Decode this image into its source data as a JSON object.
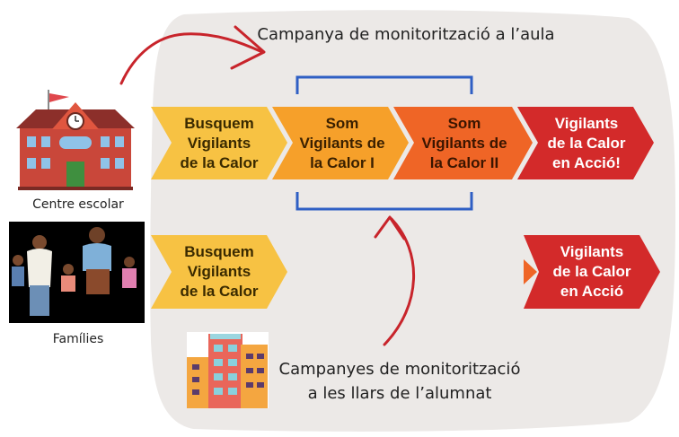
{
  "sources": {
    "school": "Centre escolar",
    "families": "Famílies"
  },
  "campaigns": {
    "classroom": "Campanya de monitorització a l’aula",
    "homes_line1": "Campanyes de monitorització",
    "homes_line2": "a les llars de l’alumnat"
  },
  "school_track": [
    {
      "line1": "Busquem",
      "line2": "Vigilants",
      "line3": "de la Calor",
      "color": "#f7c243",
      "text_color": "#3a2a00"
    },
    {
      "line1": "Som",
      "line2": "Vigilants de",
      "line3": "la Calor I",
      "color": "#f6a02a",
      "text_color": "#3a2000"
    },
    {
      "line1": "Som",
      "line2": "Vigilants de",
      "line3": "la Calor II",
      "color": "#ef6526",
      "text_color": "#3a1500"
    },
    {
      "line1": "Vigilants",
      "line2": "de la Calor",
      "line3": "en Acció!",
      "color": "#d32a2a",
      "text_color": "#ffffff"
    }
  ],
  "family_track": [
    {
      "line1": "Busquem",
      "line2": "Vigilants",
      "line3": "de la Calor",
      "color": "#f7c243",
      "text_color": "#3a2a00"
    },
    {
      "line1": "Vigilants",
      "line2": "de la Calor",
      "line3": "en Acció",
      "color": "#d32a2a",
      "text_color": "#ffffff"
    }
  ],
  "colors": {
    "panel": "#ece9e7",
    "arrow": "#c8242b",
    "bracket": "#2f5fc4"
  }
}
